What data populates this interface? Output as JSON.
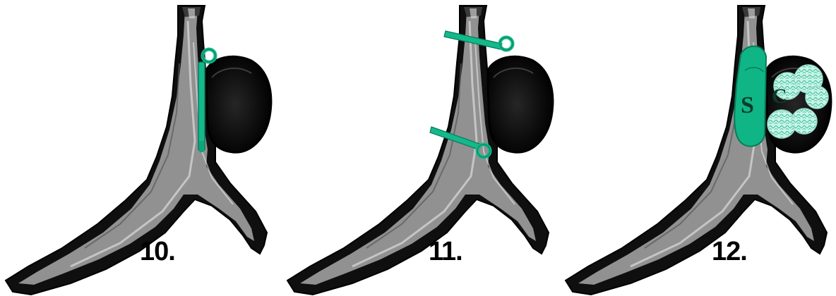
{
  "colors": {
    "vessel_dark": "#111111",
    "vessel_light": "#bdbdbd",
    "aneurysm": "#0b0b0b",
    "clip": "#13b98a",
    "coil_fill": "#bff0e0",
    "background": "#ffffff"
  },
  "panels": [
    {
      "label": "10.",
      "technique": "clip-across-neck"
    },
    {
      "label": "11.",
      "technique": "two-clips"
    },
    {
      "label": "12.",
      "technique": "stent-and-coils"
    }
  ],
  "panel3": {
    "stent_letter": "S",
    "coil_letter": "C"
  }
}
